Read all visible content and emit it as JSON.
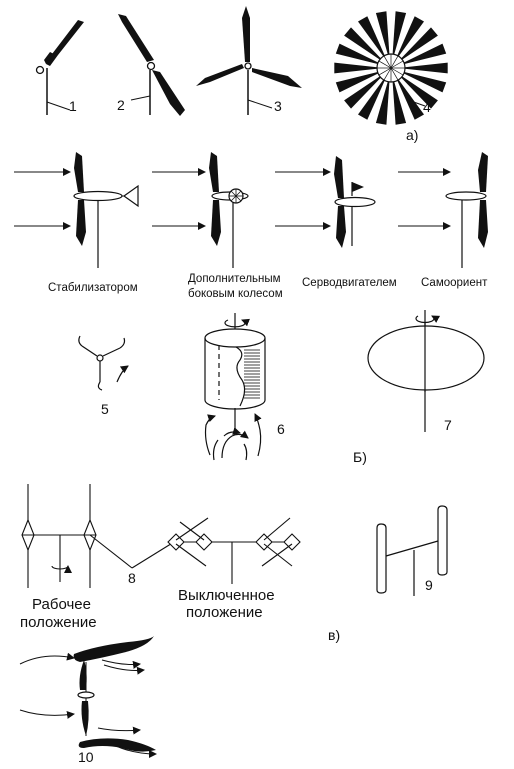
{
  "section_labels": {
    "a": "а)",
    "b": "Б)",
    "v": "в)"
  },
  "numbers": {
    "n1": "1",
    "n2": "2",
    "n3": "3",
    "n4": "4",
    "n5": "5",
    "n6": "6",
    "n7": "7",
    "n8": "8",
    "n9": "9",
    "n10": "10"
  },
  "orientation_labels": {
    "stabilizer": "Стабилизатором",
    "side_wheel_line1": "Дополнительным",
    "side_wheel_line2": "боковым колесом",
    "servo": "Серводвигателем",
    "self": "Самоориент"
  },
  "position_labels": {
    "working_line1": "Рабочее",
    "working_line2": "положение",
    "off_line1": "Выключенное",
    "off_line2": "положение"
  },
  "colors": {
    "ink": "#111111",
    "paper": "#ffffff"
  }
}
